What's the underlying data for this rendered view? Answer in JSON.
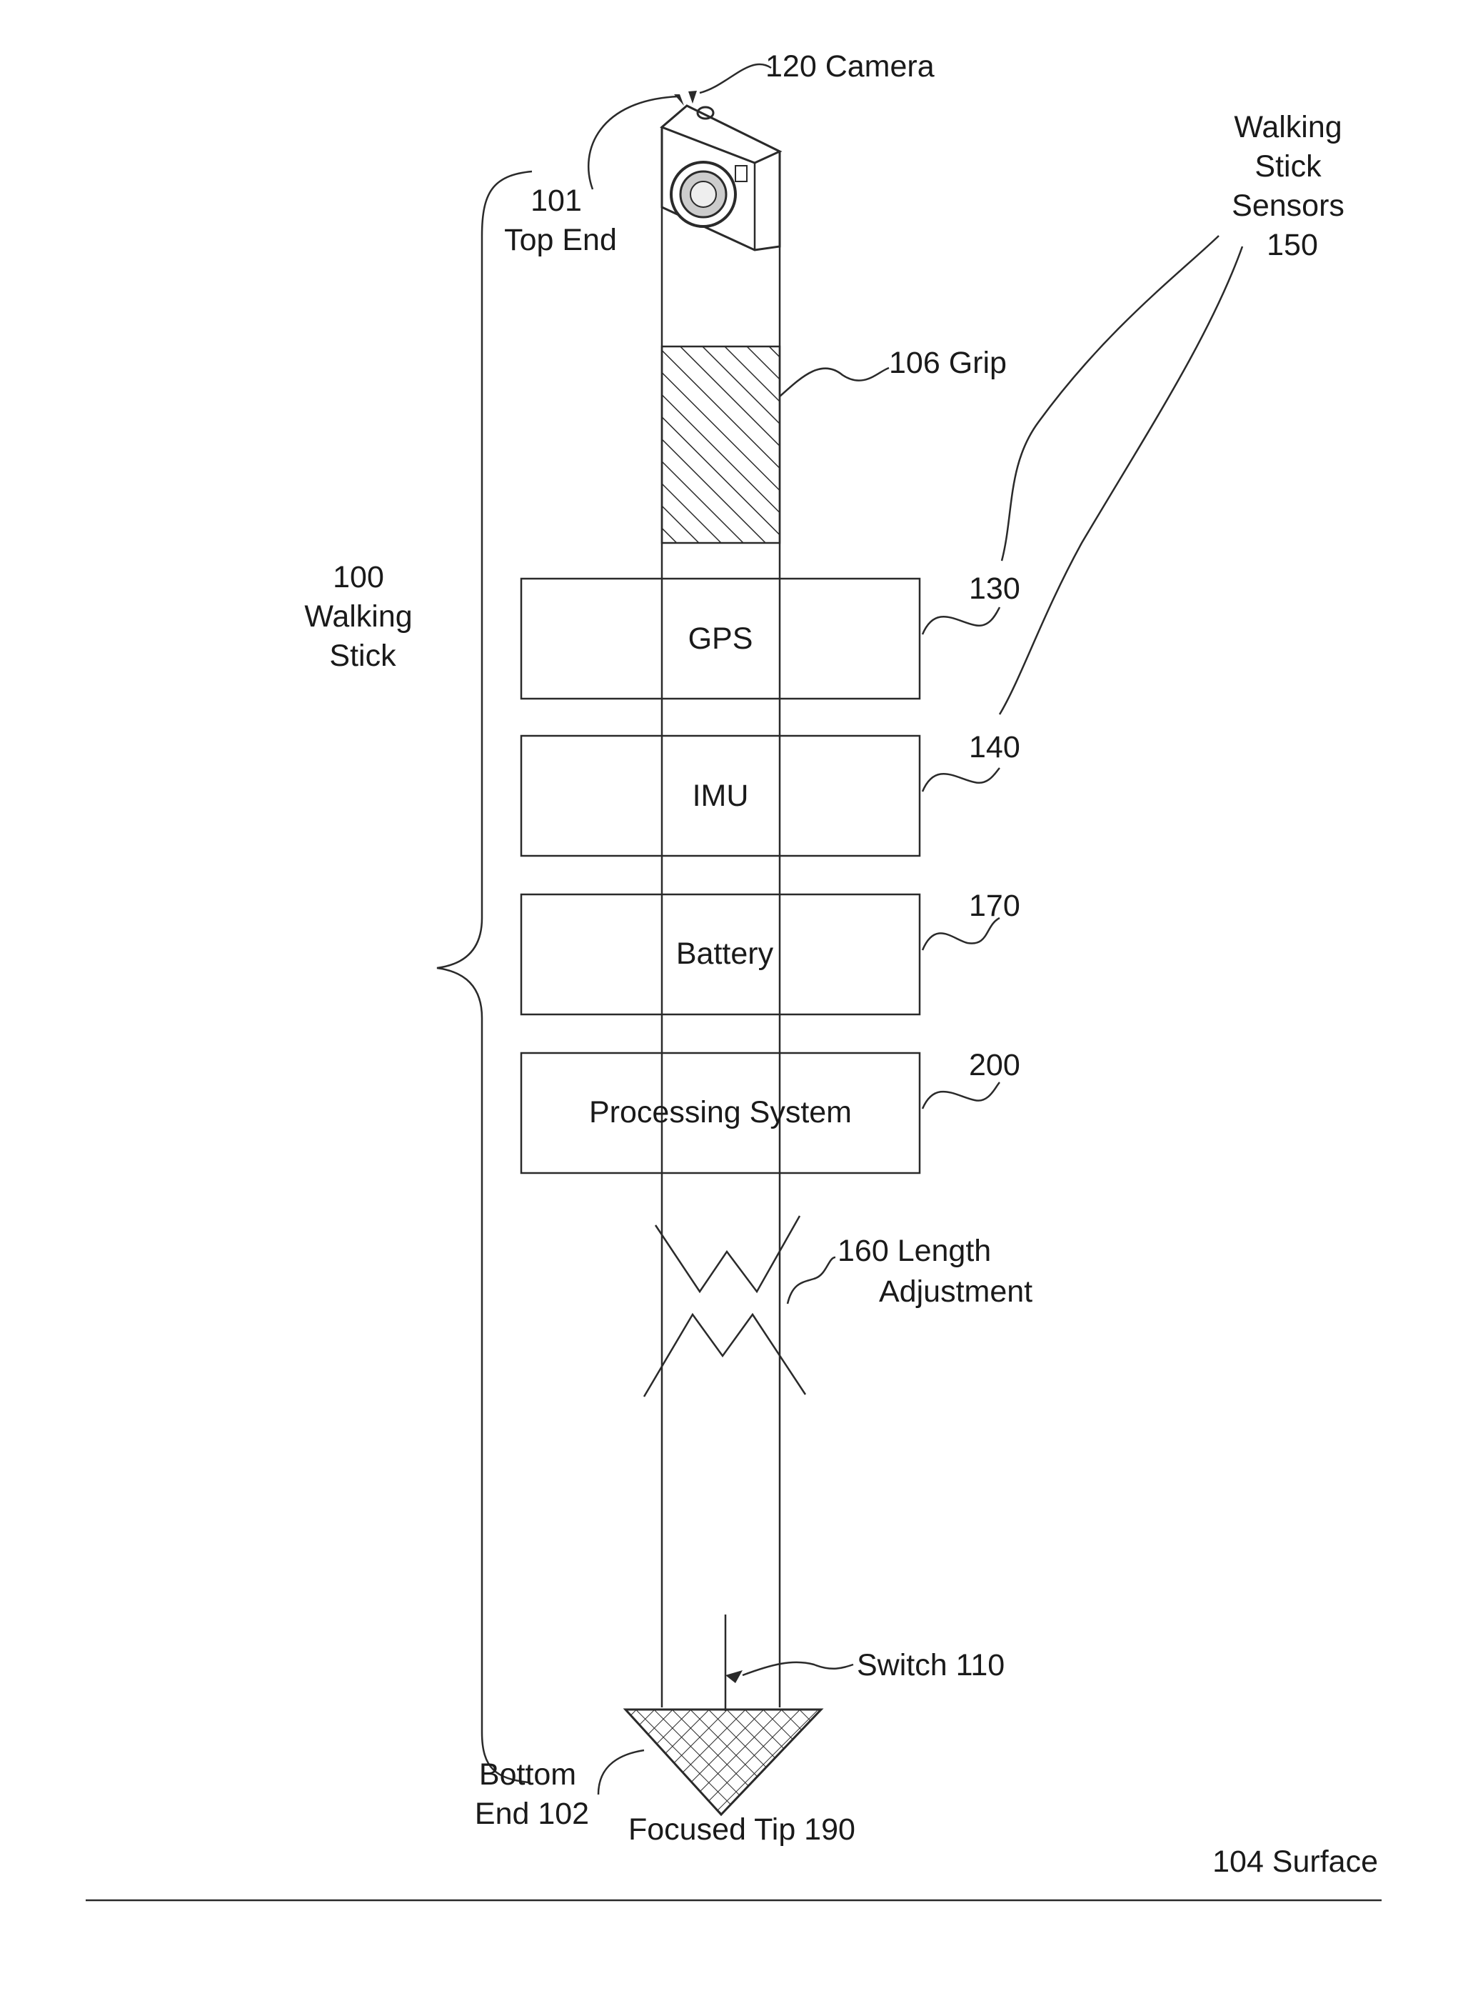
{
  "components": {
    "camera": "120 Camera",
    "top_end": [
      "101",
      "Top End"
    ],
    "sensors": [
      "Walking",
      "Stick",
      "Sensors",
      "150"
    ],
    "grip": "106 Grip",
    "walking_stick": [
      "100",
      "Walking",
      "Stick"
    ],
    "gps": {
      "label": "GPS",
      "ref": "130"
    },
    "imu": {
      "label": "IMU",
      "ref": "140"
    },
    "battery": {
      "label": "Battery",
      "ref": "170"
    },
    "processing": {
      "label": "Processing System",
      "ref": "200"
    },
    "length_adjustment": [
      "160  Length",
      "Adjustment"
    ],
    "switch": "Switch 110",
    "bottom_end": [
      "Bottom",
      "End 102"
    ],
    "tip": "Focused Tip 190",
    "surface": "104 Surface"
  },
  "colors": {
    "ink": "#2a2a2a",
    "background": "#ffffff"
  }
}
